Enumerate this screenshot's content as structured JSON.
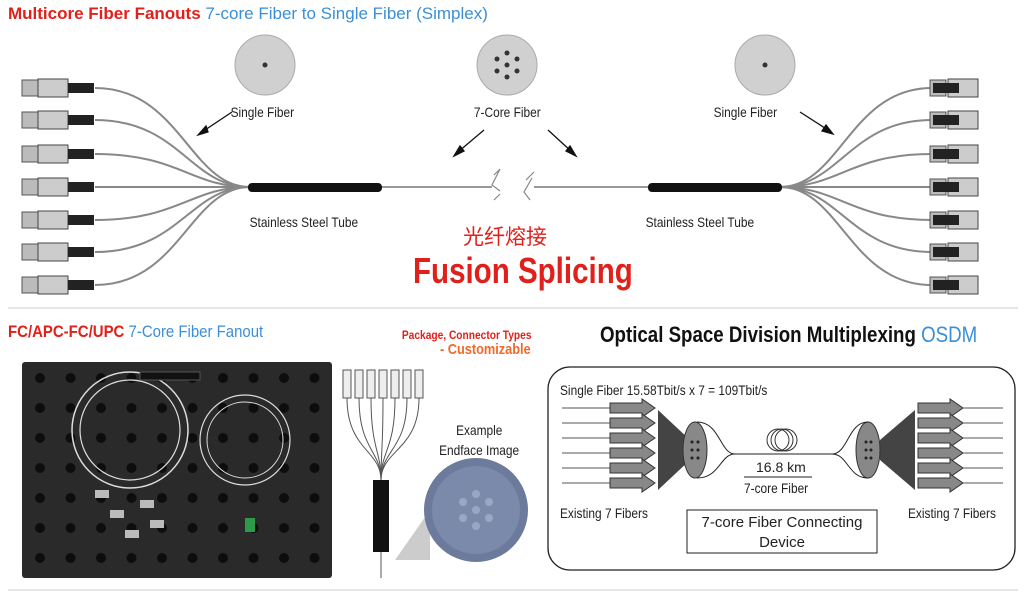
{
  "top": {
    "title_red": "Multicore Fiber Fanouts",
    "title_blue": "7-core Fiber to Single Fiber (Simplex)",
    "label_single_left": "Single Fiber",
    "label_7core": "7-Core Fiber",
    "label_single_right": "Single Fiber",
    "tube_left": "Stainless Steel Tube",
    "tube_right": "Stainless Steel Tube",
    "fusion_cn": "光纤熔接",
    "fusion_en": "Fusion Splicing"
  },
  "bottom_left": {
    "title_red": "FC/APC-FC/UPC",
    "title_blue": "7-Core Fiber Fanout",
    "package_line1": "Package, Connector Types",
    "package_line2": "- Customizable",
    "endface_line1": "Example",
    "endface_line2": "Endface Image"
  },
  "osdm": {
    "title_black": "Optical Space Division Multiplexing",
    "title_blue": "OSDM",
    "capacity": "Single Fiber 15.58Tbit/s x 7 = 109Tbit/s",
    "distance": "16.8 km",
    "fiber_type": "7-core Fiber",
    "existing_left": "Existing 7 Fibers",
    "existing_right": "Existing 7 Fibers",
    "device": "7-core Fiber Connecting Device"
  },
  "colors": {
    "red": "#e0201b",
    "blue": "#3b8fd6",
    "orange": "#ef6a2a"
  }
}
